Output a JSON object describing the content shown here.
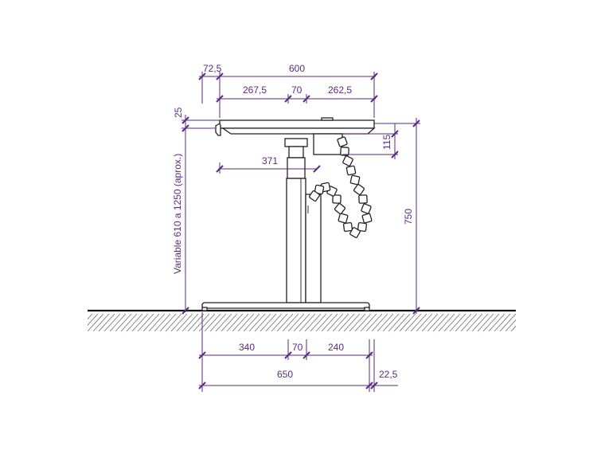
{
  "diagram": {
    "dimensions": {
      "top_overhang": "72,5",
      "top_total_width": "600",
      "top_left_segment": "267,5",
      "top_column_width": "70",
      "top_right_segment": "262,5",
      "top_thickness": "25",
      "frame_drop": "115",
      "frame_reach": "371",
      "total_height": "750",
      "variable_height": "Variable 610 a 1250 (aprox.)",
      "base_left_segment": "340",
      "base_column_width": "70",
      "base_right_segment": "240",
      "base_total_width": "650",
      "base_offset": "22,5"
    },
    "colors": {
      "dimension": "#5a2a82",
      "object": "#222222",
      "floor": "#111111"
    }
  }
}
